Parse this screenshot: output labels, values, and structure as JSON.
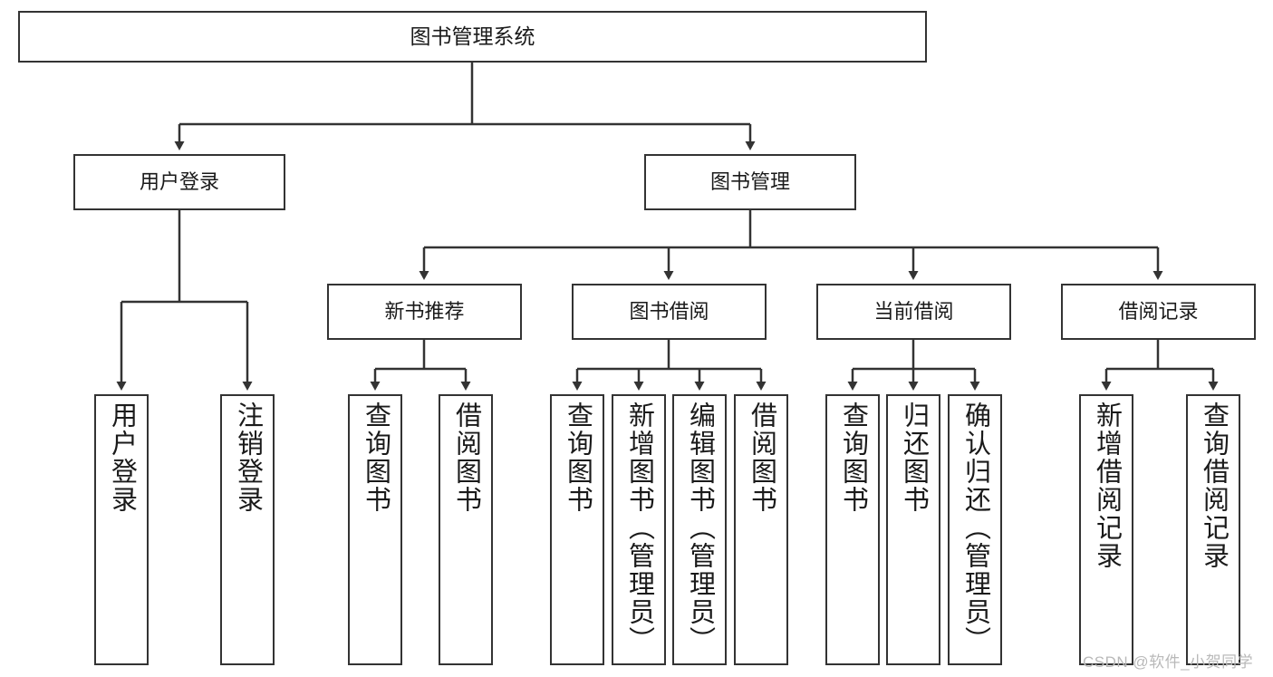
{
  "diagram": {
    "title": "图书管理系统",
    "type": "tree-hierarchy",
    "root": {
      "label": "图书管理系统"
    },
    "level2": [
      {
        "label": "用户登录"
      },
      {
        "label": "图书管理"
      }
    ],
    "level3": [
      {
        "label": "新书推荐"
      },
      {
        "label": "图书借阅"
      },
      {
        "label": "当前借阅"
      },
      {
        "label": "借阅记录"
      }
    ],
    "leaves": {
      "user_login": [
        {
          "label": "用户登录"
        },
        {
          "label": "注销登录"
        }
      ],
      "new_book_rec": [
        {
          "label": "查询图书"
        },
        {
          "label": "借阅图书"
        }
      ],
      "book_borrow": [
        {
          "label": "查询图书"
        },
        {
          "label": "新增图书（管理员）"
        },
        {
          "label": "编辑图书（管理员）"
        },
        {
          "label": "借阅图书"
        }
      ],
      "current_borrow": [
        {
          "label": "查询图书"
        },
        {
          "label": "归还图书"
        },
        {
          "label": "确认归还（管理员）"
        }
      ],
      "borrow_record": [
        {
          "label": "新增借阅记录"
        },
        {
          "label": "查询借阅记录"
        }
      ]
    },
    "colors": {
      "line": "#333333",
      "box_border": "#333333",
      "box_fill": "#ffffff",
      "text": "#1a1a1a",
      "watermark": "#b9b9b9"
    }
  },
  "watermark": {
    "text": "CSDN @软件_小贺同学"
  }
}
